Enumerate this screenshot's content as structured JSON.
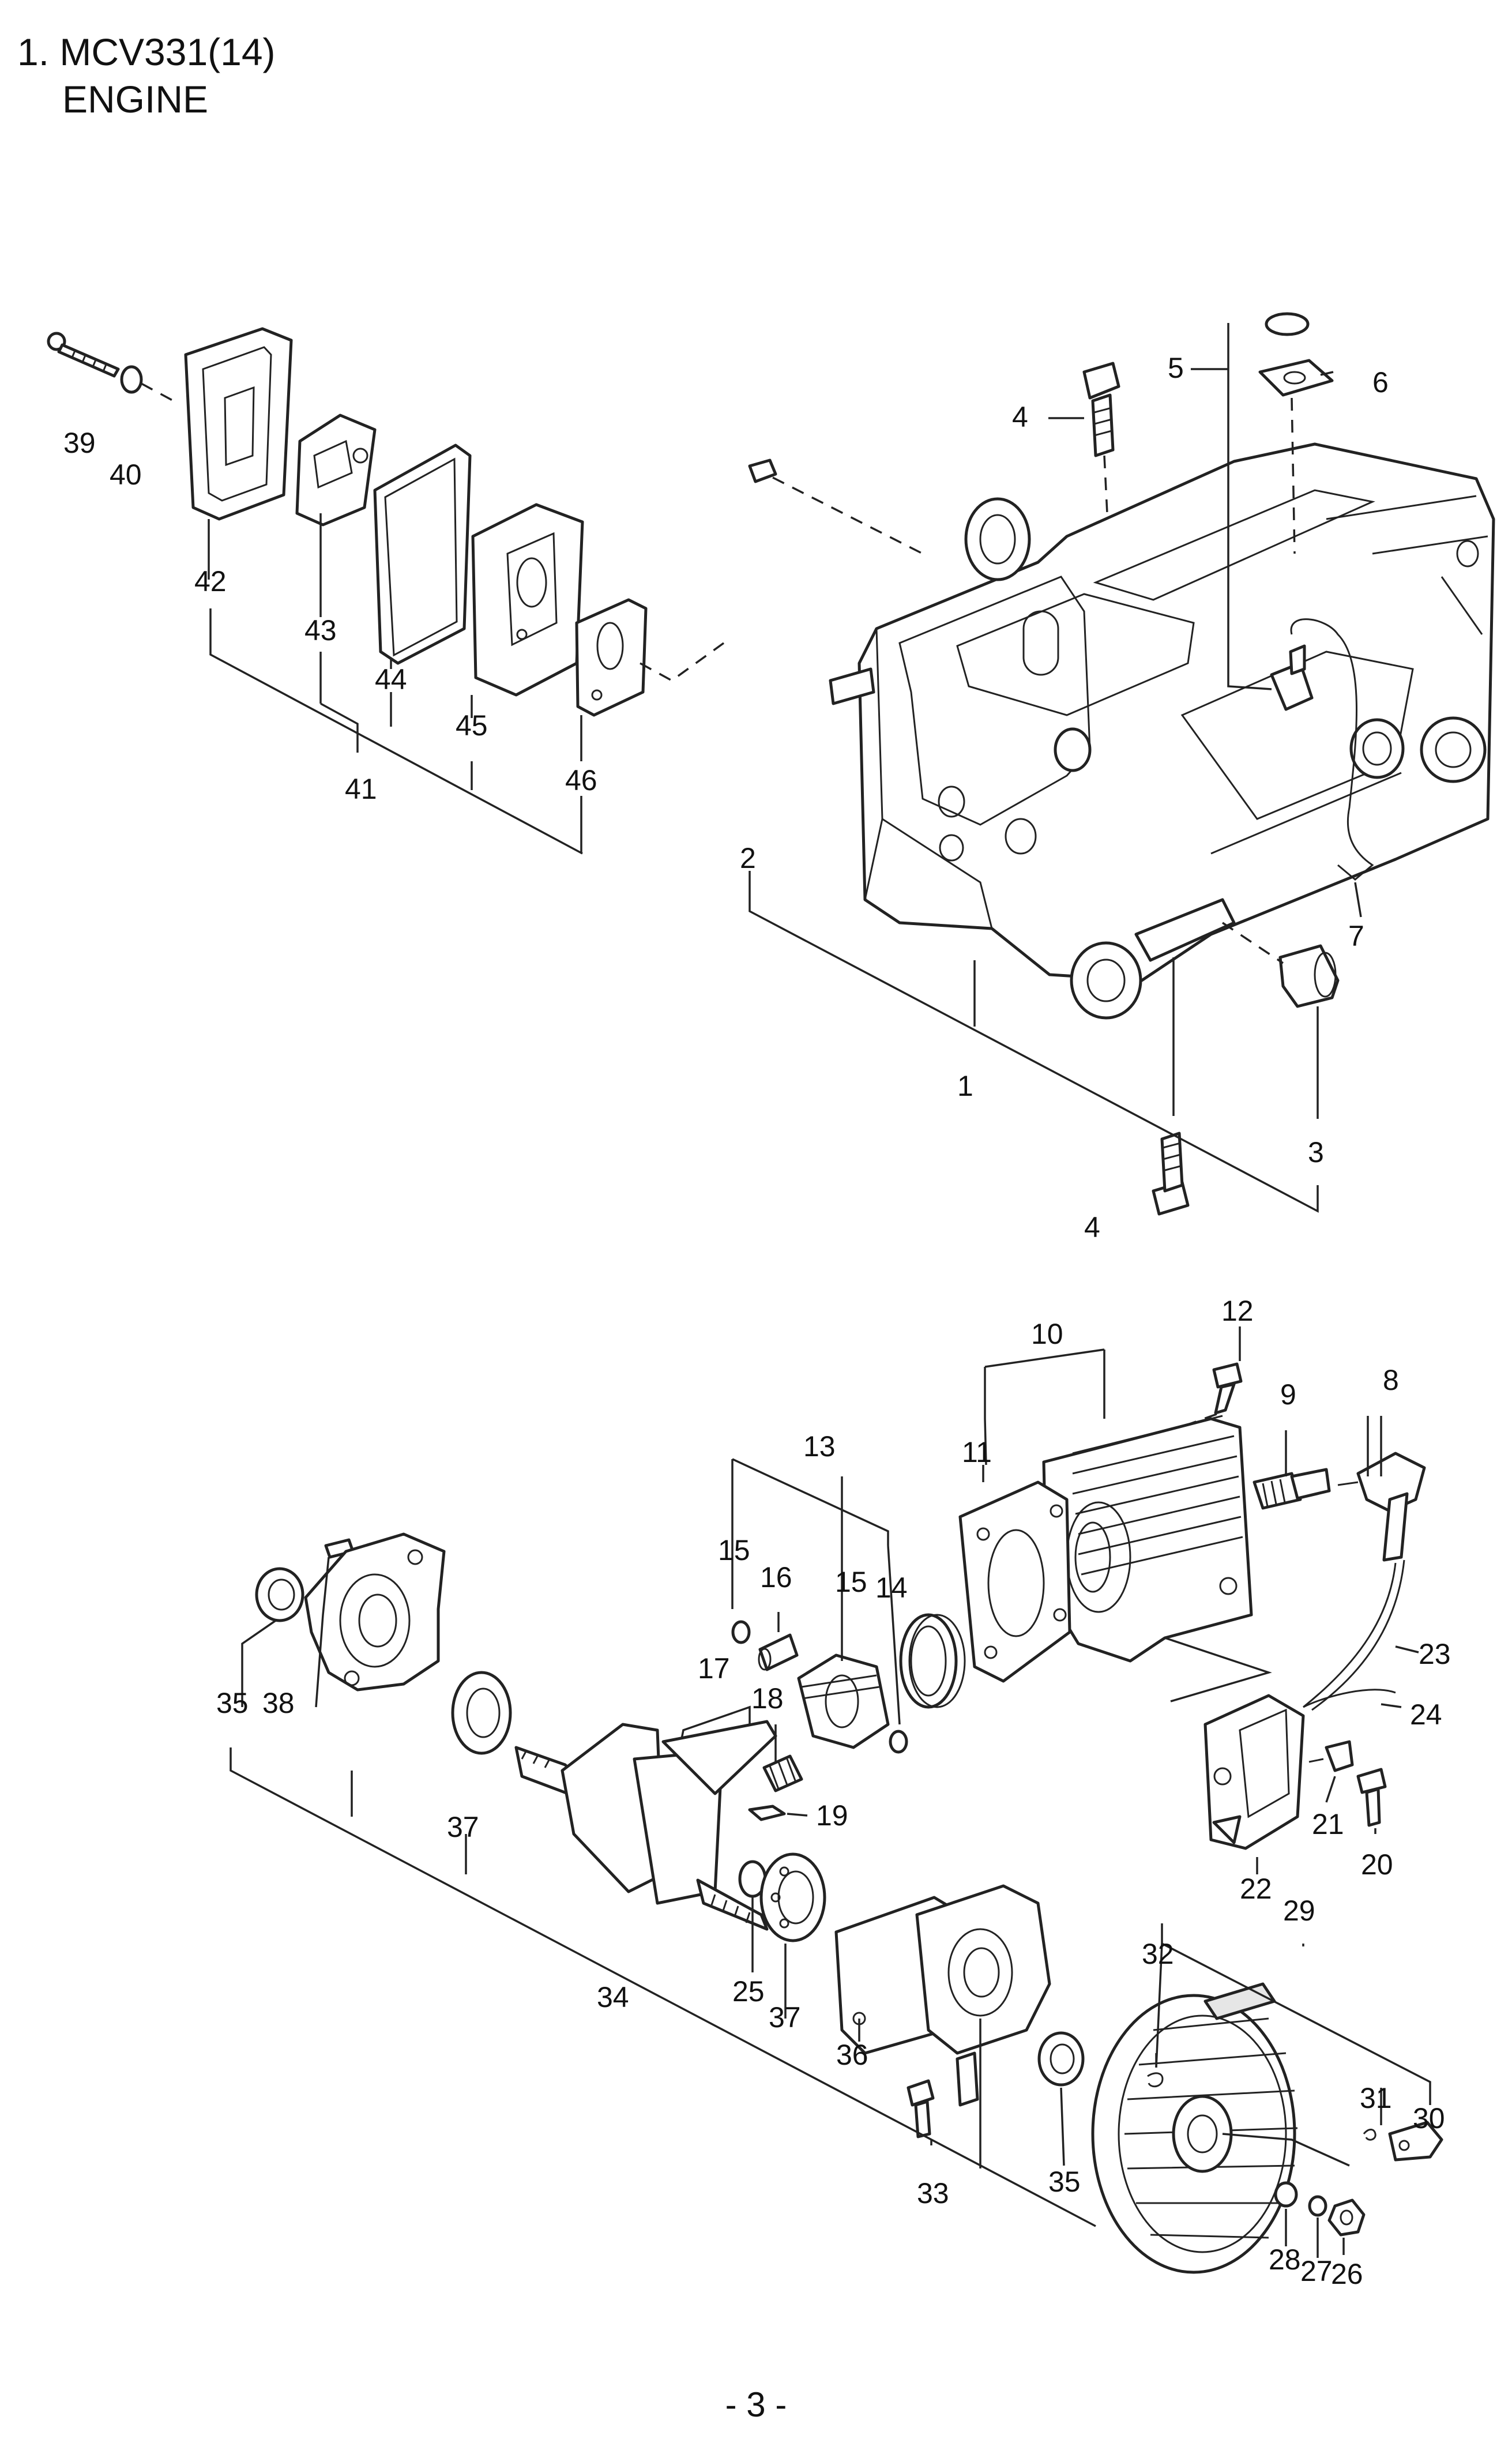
{
  "header": {
    "line1": "1. MCV331(14)",
    "line2": "ENGINE"
  },
  "labels": {
    "p1": "1",
    "p2": "2",
    "p3": "3",
    "p4a": "4",
    "p4b": "4",
    "p5": "5",
    "p6": "6",
    "p7": "7",
    "p8": "8",
    "p9": "9",
    "p10": "10",
    "p11": "11",
    "p12": "12",
    "p13": "13",
    "p14": "14",
    "p15a": "15",
    "p15b": "15",
    "p16": "16",
    "p17": "17",
    "p18": "18",
    "p19": "19",
    "p20": "20",
    "p21": "21",
    "p22": "22",
    "p23": "23",
    "p24": "24",
    "p25": "25",
    "p26": "26",
    "p27": "27",
    "p28": "28",
    "p29": "29",
    "p30": "30",
    "p31": "31",
    "p32": "32",
    "p33": "33",
    "p34": "34",
    "p35a": "35",
    "p35b": "35",
    "p36": "36",
    "p37a": "37",
    "p37b": "37",
    "p38": "38",
    "p39": "39",
    "p40": "40",
    "p41": "41",
    "p42": "42",
    "p43": "43",
    "p44": "44",
    "p45": "45",
    "p46": "46"
  },
  "footer": {
    "page_number": "- 3 -"
  }
}
